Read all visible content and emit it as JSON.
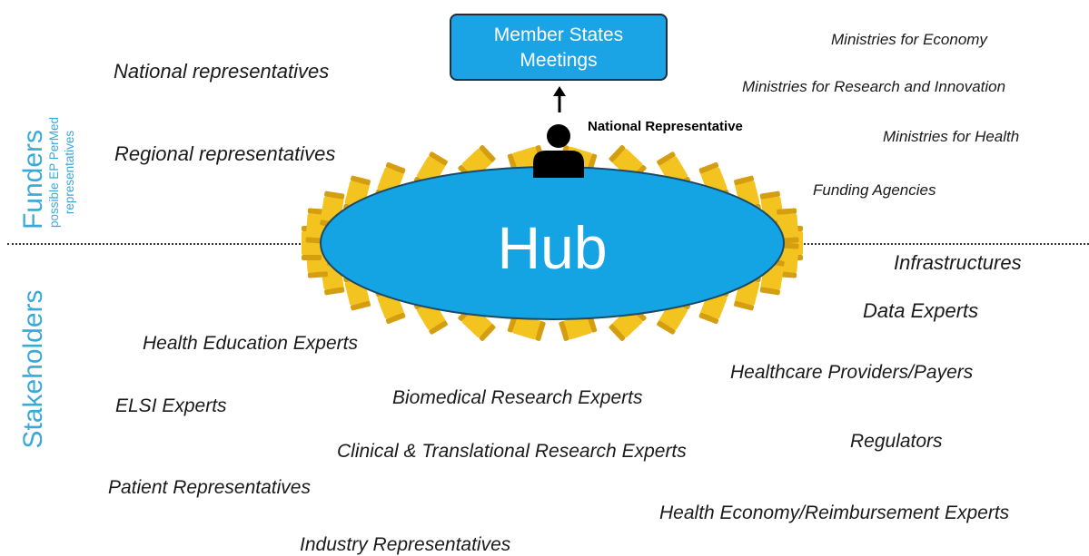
{
  "meetings": {
    "line1": "Member States",
    "line2": "Meetings"
  },
  "national_rep": "National Representative",
  "hub": "Hub",
  "side_labels": {
    "funders": "Funders",
    "funders_sub1": "possible EP PerMed",
    "funders_sub2": "representatives",
    "stakeholders": "Stakeholders"
  },
  "funders": {
    "national": "National representatives",
    "regional": "Regional representatives",
    "economy": "Ministries for Economy",
    "research": "Ministries for Research and Innovation",
    "health": "Ministries for Health",
    "agencies": "Funding Agencies"
  },
  "stakeholders": {
    "infrastructures": "Infrastructures",
    "data": "Data Experts",
    "health_education": "Health Education Experts",
    "providers": "Healthcare Providers/Payers",
    "elsi": "ELSI Experts",
    "biomedical": "Biomedical Research Experts",
    "regulators": "Regulators",
    "clinical": "Clinical & Translational Research Experts",
    "patient": "Patient Representatives",
    "health_economy": "Health Economy/Reimbursement Experts",
    "industry": "Industry Representatives"
  },
  "colors": {
    "hub": "#14a3e3",
    "chair": "#f3c320",
    "chair_shadow": "#d59e10",
    "side_label": "#3aa9d6",
    "box": "#1aa4e6"
  }
}
